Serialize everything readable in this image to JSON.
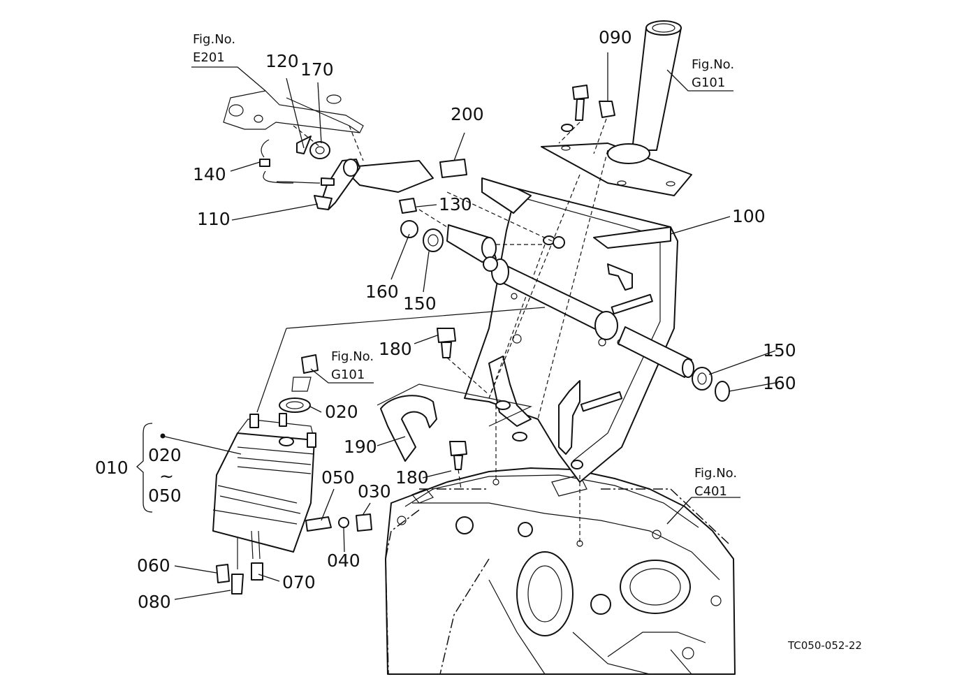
{
  "diagram": {
    "drawing_code": "TC050-052-22",
    "fig_refs": [
      {
        "id": "e201",
        "line1": "Fig.No.",
        "line2": "E201"
      },
      {
        "id": "g101-top",
        "line1": "Fig.No.",
        "line2": "G101"
      },
      {
        "id": "g101-mid",
        "line1": "Fig.No.",
        "line2": "G101"
      },
      {
        "id": "c401",
        "line1": "Fig.No.",
        "line2": "C401"
      }
    ],
    "parts": [
      {
        "id": "p120",
        "label": "120"
      },
      {
        "id": "p170",
        "label": "170"
      },
      {
        "id": "p200",
        "label": "200"
      },
      {
        "id": "p090",
        "label": "090"
      },
      {
        "id": "p140",
        "label": "140"
      },
      {
        "id": "p110",
        "label": "110"
      },
      {
        "id": "p130",
        "label": "130"
      },
      {
        "id": "p100",
        "label": "100"
      },
      {
        "id": "p160a",
        "label": "160"
      },
      {
        "id": "p150a",
        "label": "150"
      },
      {
        "id": "p180a",
        "label": "180"
      },
      {
        "id": "p150b",
        "label": "150"
      },
      {
        "id": "p160b",
        "label": "160"
      },
      {
        "id": "p020a",
        "label": "020"
      },
      {
        "id": "p190",
        "label": "190"
      },
      {
        "id": "p180b",
        "label": "180"
      },
      {
        "id": "p050a",
        "label": "050"
      },
      {
        "id": "p030",
        "label": "030"
      },
      {
        "id": "p040",
        "label": "040"
      },
      {
        "id": "p060",
        "label": "060"
      },
      {
        "id": "p070",
        "label": "070"
      },
      {
        "id": "p080",
        "label": "080"
      }
    ],
    "assembly": {
      "label": "010",
      "range_start": "020",
      "range_sep": "~",
      "range_end": "050"
    }
  }
}
